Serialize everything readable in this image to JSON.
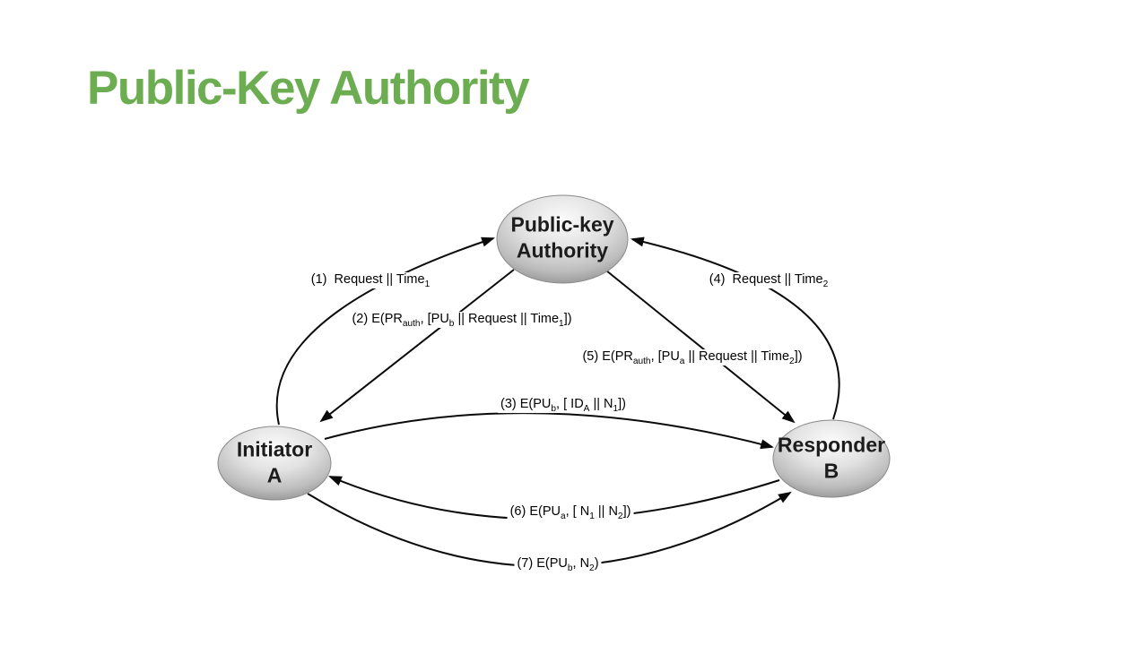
{
  "slide": {
    "title": "Public-Key Authority",
    "title_color": "#6cad52",
    "background_color": "#ffffff"
  },
  "diagram": {
    "node_fill_colors": {
      "highlight": "#fafafa",
      "mid": "#d9d9d9",
      "edge": "#8e8e8e"
    },
    "line_color": "#0a0a0a",
    "nodes": [
      {
        "id": "authority",
        "lines": [
          "Public-key",
          "Authority"
        ]
      },
      {
        "id": "initiator",
        "lines": [
          "Initiator",
          "A"
        ]
      },
      {
        "id": "responder",
        "lines": [
          "Responder",
          "B"
        ]
      }
    ],
    "arrows": [
      {
        "num": "1",
        "from": "initiator",
        "to": "authority",
        "parts": [
          {
            "t": "(1)  Request || Time"
          },
          {
            "s": "1"
          }
        ]
      },
      {
        "num": "2",
        "from": "authority",
        "to": "initiator",
        "parts": [
          {
            "t": "(2) E(PR"
          },
          {
            "s": "auth"
          },
          {
            "t": ", [PU"
          },
          {
            "s": "b"
          },
          {
            "t": " || Request || Time"
          },
          {
            "s": "1"
          },
          {
            "t": "])"
          }
        ]
      },
      {
        "num": "3",
        "from": "initiator",
        "to": "responder",
        "parts": [
          {
            "t": "(3) E(PU"
          },
          {
            "s": "b"
          },
          {
            "t": ", [ ID"
          },
          {
            "s": "A"
          },
          {
            "t": " || N"
          },
          {
            "s": "1"
          },
          {
            "t": "])"
          }
        ]
      },
      {
        "num": "4",
        "from": "responder",
        "to": "authority",
        "parts": [
          {
            "t": "(4)  Request || Time"
          },
          {
            "s": "2"
          }
        ]
      },
      {
        "num": "5",
        "from": "authority",
        "to": "responder",
        "parts": [
          {
            "t": "(5) E(PR"
          },
          {
            "s": "auth"
          },
          {
            "t": ", [PU"
          },
          {
            "s": "a"
          },
          {
            "t": " || Request || Time"
          },
          {
            "s": "2"
          },
          {
            "t": "])"
          }
        ]
      },
      {
        "num": "6",
        "from": "responder",
        "to": "initiator",
        "parts": [
          {
            "t": "(6) E(PU"
          },
          {
            "s": "a"
          },
          {
            "t": ", [ N"
          },
          {
            "s": "1"
          },
          {
            "t": " || N"
          },
          {
            "s": "2"
          },
          {
            "t": "])"
          }
        ]
      },
      {
        "num": "7",
        "from": "initiator",
        "to": "responder",
        "parts": [
          {
            "t": "(7) E(PU"
          },
          {
            "s": "b"
          },
          {
            "t": ", N"
          },
          {
            "s": "2"
          },
          {
            "t": ")"
          }
        ]
      }
    ]
  }
}
